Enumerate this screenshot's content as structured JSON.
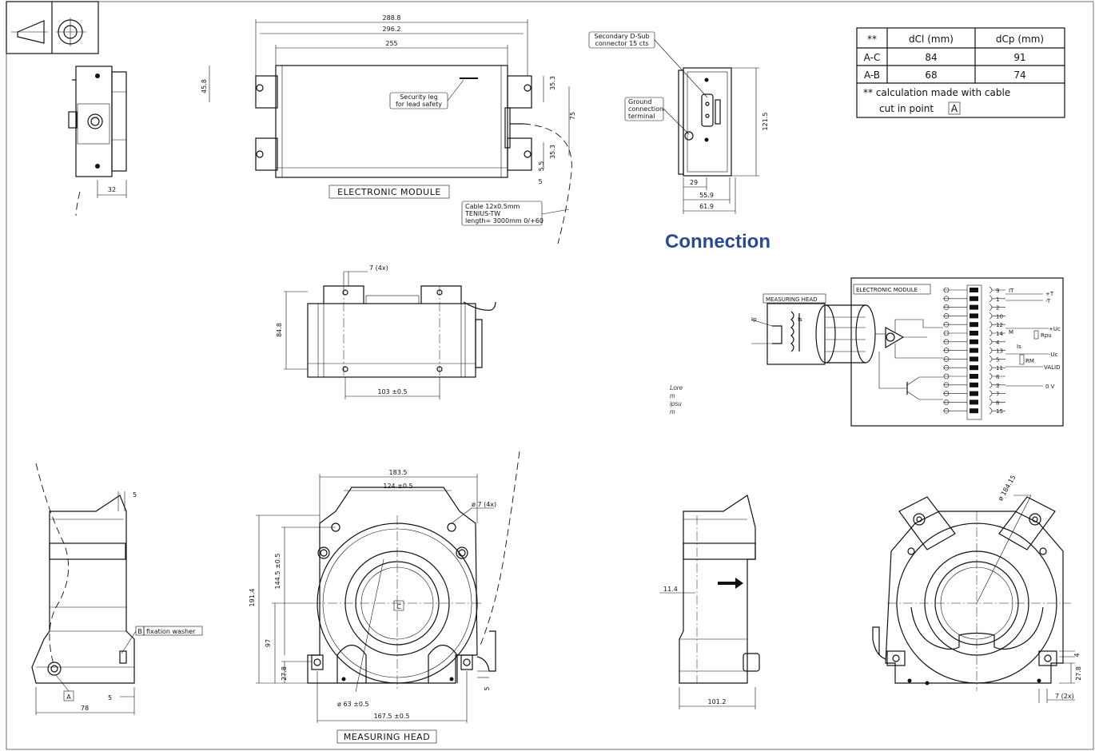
{
  "drawing": {
    "section_title": "Connection",
    "lorem": [
      "Lore",
      "m",
      "ipsu",
      "m"
    ],
    "electronic_module": {
      "caption": "ELECTRONIC MODULE",
      "dims": {
        "overall": "288.8",
        "holes": "296.2",
        "body": "255",
        "height": "45.8",
        "side_top": "35.3",
        "side_bottom": "35.3",
        "offset": "75",
        "small": "5.5",
        "small2": "5",
        "depth": "32",
        "side_h": "121.5",
        "side_w1": "29",
        "side_w2": "55.9",
        "side_w3": "61.9"
      },
      "callouts": {
        "security_leg": [
          "Security leg",
          "for lead safety"
        ],
        "dsub": [
          "Secondary D-Sub",
          "connector 15 cts"
        ],
        "ground": [
          "Ground",
          "connection",
          "terminal"
        ],
        "cable": [
          "Cable 12x0.5mm",
          "TENIUS-TW",
          "length= 3000mm 0/+60"
        ]
      }
    },
    "top_view": {
      "hole_dim": "7 (4x)",
      "height": "84.8",
      "width": "103 ±0.5"
    },
    "measuring_head": {
      "caption": "MEASURING HEAD",
      "dims": {
        "overall": "183.5",
        "holes": "124 ±0.5",
        "hole_dia": "ø 7 (4x)",
        "h1": "191.4",
        "h2": "144.5 ±0.5",
        "h3": "97",
        "h4": "27.8",
        "bore": "ø 63 ±0.5",
        "base": "167.5 ±0.5",
        "small": "5",
        "marker_c": "C"
      }
    },
    "left_view": {
      "top_dim": "5",
      "washer_letter": "B",
      "washer_label": "fixation washer",
      "marker_a": "A",
      "width": "78",
      "bottom_dim": "5"
    },
    "right_view": {
      "offset": "11.4",
      "width": "101.2",
      "dia": "ø 184.15",
      "dim_4": "4",
      "dim_278": "27.8",
      "holes": "7 (2x)"
    },
    "table": {
      "headers": [
        "**",
        "dCl (mm)",
        "dCp (mm)"
      ],
      "rows": [
        [
          "A-C",
          "84",
          "91"
        ],
        [
          "A-B",
          "68",
          "74"
        ]
      ],
      "note_line1": "** calculation made with cable",
      "note_line2": "cut in point",
      "note_marker": "A"
    },
    "schematic": {
      "measuring_head": "MEASURING HEAD",
      "electronic_module": "ELECTRONIC MODULE",
      "ip": "Ip",
      "is": "Is",
      "is2": "Is",
      "pins": [
        "9",
        "1",
        "2",
        "10",
        "12",
        "14",
        "4",
        "13",
        "5",
        "11",
        "6",
        "3",
        "7",
        "8",
        "15"
      ],
      "it": "IT",
      "plus_t": "+T",
      "minus_t": "-T",
      "plus_uc": "+Uc",
      "minus_uc": "-Uc",
      "m": "M",
      "rpu": "Rpu",
      "rm": "RM",
      "valid": "VALID",
      "zero_v": "0 V"
    }
  }
}
